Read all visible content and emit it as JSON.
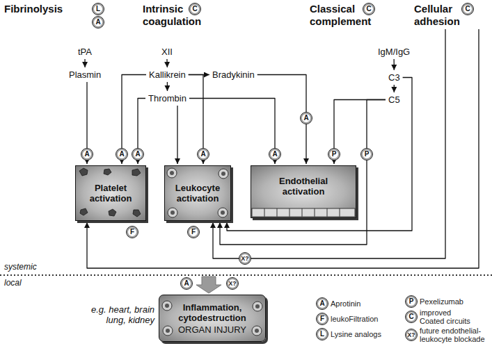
{
  "diagram": {
    "nodes": [
      {
        "text": [
          "Fibrinolysis"
        ]
      },
      {
        "text": [
          "Intrinsic coagulation"
        ]
      },
      {
        "text": [
          "Classical complement"
        ]
      },
      {
        "text": [
          "Cellular adhesion"
        ]
      },
      {
        "text": [
          "tPA"
        ]
      },
      {
        "text": [
          "XII"
        ]
      },
      {
        "text": [
          "IgM/IgG"
        ]
      },
      {
        "text": [
          "Plasmin"
        ]
      },
      {
        "text": [
          "Kallikrein"
        ]
      },
      {
        "text": [
          "Bradykinin"
        ]
      },
      {
        "text": [
          "C3"
        ]
      },
      {
        "text": [
          "Thrombin"
        ]
      },
      {
        "text": [
          "C5"
        ]
      },
      {
        "text": [
          "Platelet activation"
        ]
      },
      {
        "text": [
          "Leukocyte activation"
        ]
      },
      {
        "text": [
          "Endothelial activation"
        ]
      },
      {
        "text": [
          "Inflammation, cytodestruction",
          "ORGAN INJURY"
        ]
      }
    ],
    "edges": [
      {
        "from": 4,
        "to": 7,
        "arrow": "to"
      },
      {
        "from": 5,
        "to": 8,
        "arrow": "to"
      },
      {
        "from": 8,
        "to": 9,
        "arrow": "to"
      },
      {
        "from": 8,
        "to": 11,
        "arrow": "to"
      },
      {
        "from": 6,
        "to": 10,
        "arrow": "to"
      },
      {
        "from": 10,
        "to": 12,
        "arrow": "to"
      },
      {
        "from": 7,
        "to": 13,
        "arrow": "to",
        "label": "A"
      },
      {
        "from": 8,
        "to": 13,
        "arrow": "to",
        "label": "A"
      },
      {
        "from": 11,
        "to": 13,
        "arrow": "to",
        "label": "A"
      },
      {
        "from": 11,
        "to": 14,
        "arrow": "to"
      },
      {
        "from": 8,
        "to": 14,
        "arrow": "to",
        "label": "A"
      },
      {
        "from": 11,
        "to": 15,
        "arrow": "to",
        "label": "A"
      },
      {
        "from": 9,
        "to": 15,
        "arrow": "to",
        "label": "A"
      },
      {
        "from": 12,
        "to": 15,
        "arrow": "to",
        "label": "P"
      },
      {
        "from": 10,
        "to": 14,
        "arrow": "to"
      },
      {
        "from": 12,
        "to": 14,
        "arrow": "to",
        "label": "P"
      },
      {
        "from": 3,
        "to": 14,
        "arrow": "to",
        "label": "X?"
      },
      {
        "from": 3,
        "to": 13,
        "arrow": "to"
      }
    ],
    "labels": [
      "L",
      "A",
      "C",
      "C",
      "C",
      "F",
      "F",
      "systemic",
      "local",
      "A",
      "X?",
      "e.g. heart, brain lung, kidney",
      "A",
      "F",
      "L",
      "P",
      "C",
      "X?"
    ],
    "legend": [
      {
        "text": "Aprotinin"
      },
      {
        "text": "leukoFiltration"
      },
      {
        "text": "Lysine analogs"
      },
      {
        "text": "Pexelizumab"
      },
      {
        "text": "improved Coated circuits"
      },
      {
        "text": "future endothelial-leukocyte blockade"
      }
    ]
  }
}
